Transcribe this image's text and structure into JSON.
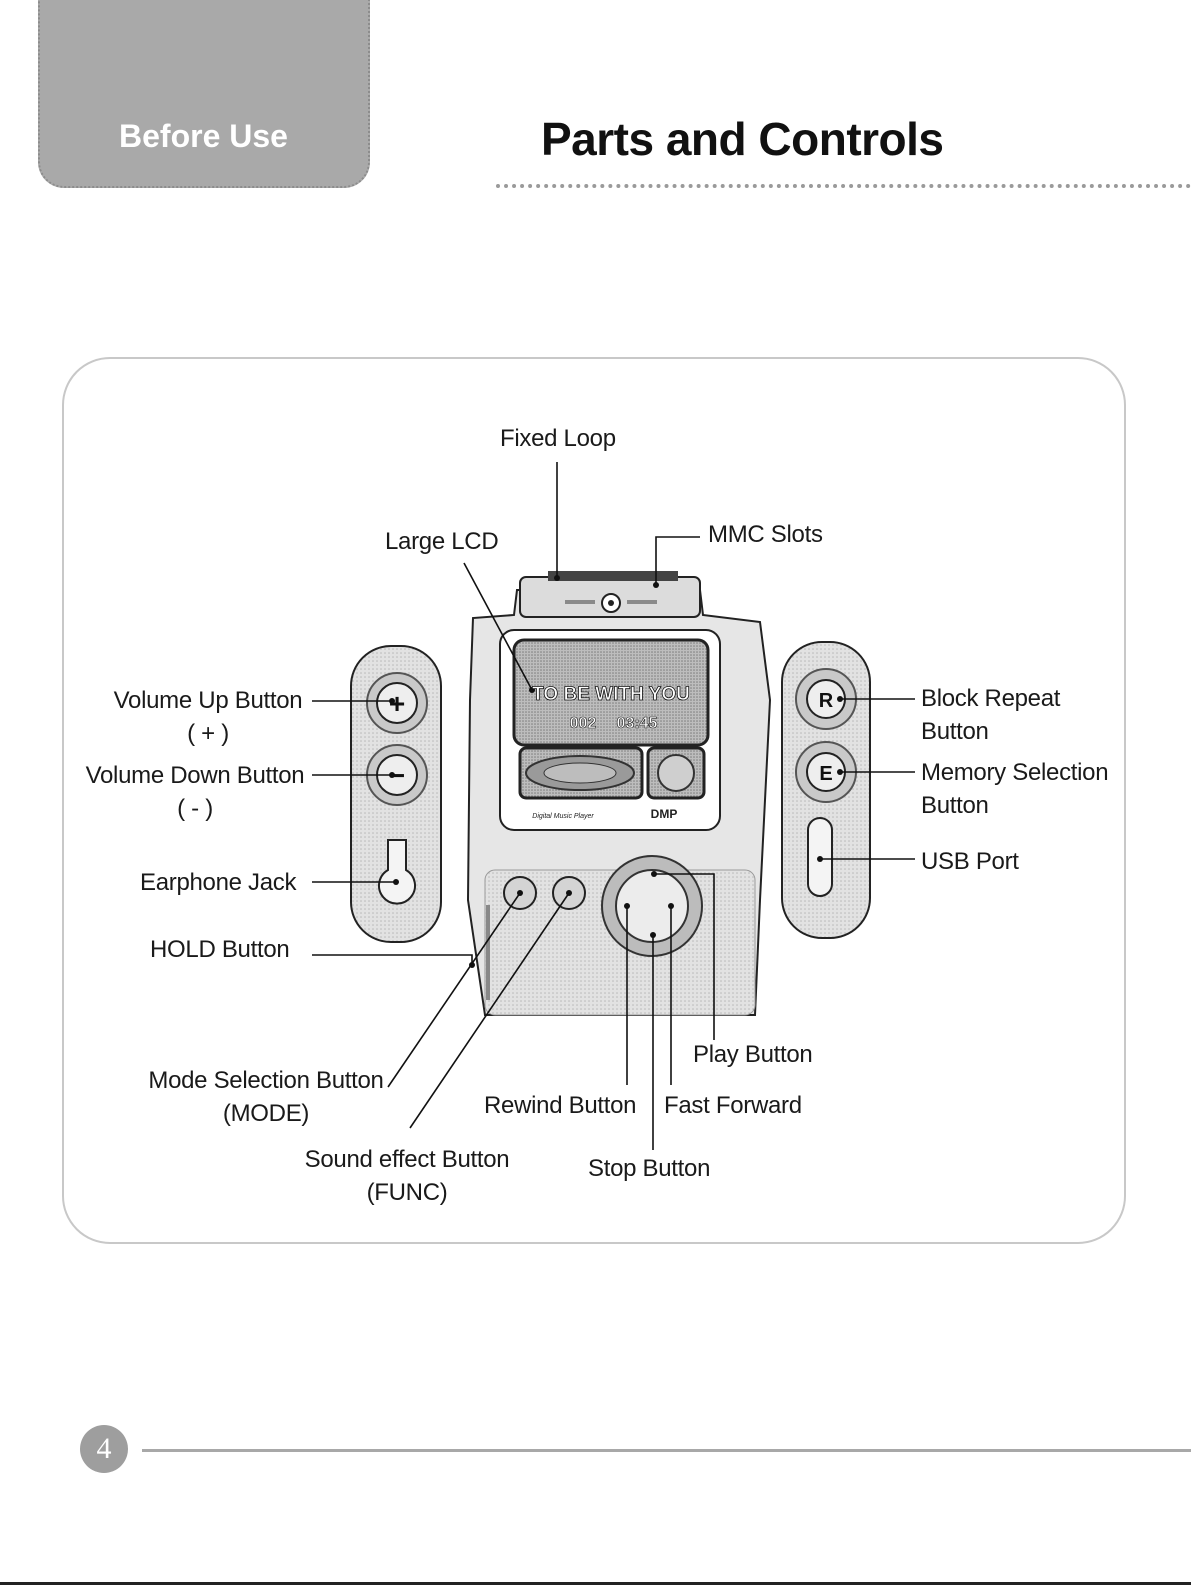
{
  "header": {
    "section_tab": "Before Use",
    "title": "Parts and Controls"
  },
  "device": {
    "lcd_line1": "TO BE WITH YOU",
    "lcd_track": "002",
    "lcd_time": "03:45",
    "brand_small": "Digital Music Player",
    "brand_model": "DMP",
    "btn_plus": "+",
    "btn_minus": "−",
    "btn_repeat": "R",
    "btn_memory": "E"
  },
  "callouts": {
    "fixed_loop": "Fixed Loop",
    "large_lcd": "Large LCD",
    "mmc_slots": "MMC Slots",
    "volume_up": [
      "Volume Up Button",
      "( + )"
    ],
    "volume_down": [
      "Volume Down Button",
      "( - )"
    ],
    "earphone_jack": "Earphone Jack",
    "hold_button": "HOLD Button",
    "mode_button": [
      "Mode Selection Button",
      "(MODE)"
    ],
    "func_button": [
      "Sound effect Button",
      "(FUNC)"
    ],
    "rewind_button": "Rewind Button",
    "stop_button": "Stop Button",
    "fast_forward": "Fast Forward",
    "play_button": "Play Button",
    "block_repeat": [
      "Block Repeat",
      "Button"
    ],
    "memory_selection": [
      "Memory Selection",
      "Button"
    ],
    "usb_port": "USB Port"
  },
  "footer": {
    "page_number": "4"
  }
}
